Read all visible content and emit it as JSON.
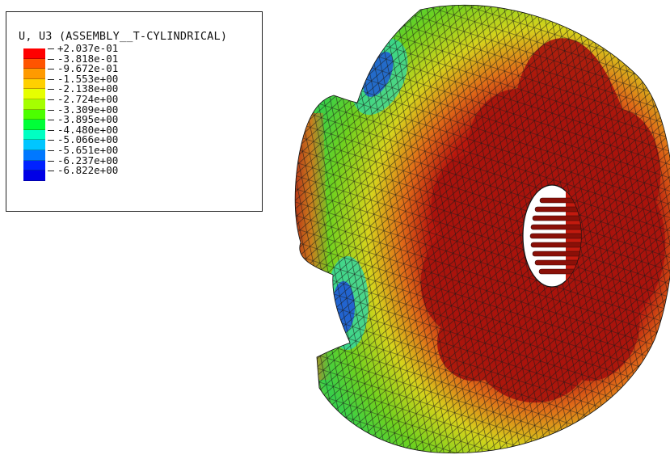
{
  "legend": {
    "title": "U, U3 (ASSEMBLY__T-CYLINDRICAL)",
    "labels": [
      "+2.037e-01",
      "-3.818e-01",
      "-9.672e-01",
      "-1.553e+00",
      "-2.138e+00",
      "-2.724e+00",
      "-3.309e+00",
      "-3.895e+00",
      "-4.480e+00",
      "-5.066e+00",
      "-5.651e+00",
      "-6.237e+00",
      "-6.822e+00"
    ],
    "colors": [
      "#ff0000",
      "#ff5400",
      "#ff9a00",
      "#ffd000",
      "#e6ff00",
      "#a5ff00",
      "#4cff00",
      "#00ff38",
      "#00ffc2",
      "#00c6ff",
      "#0078ff",
      "#0022ff",
      "#0000e6"
    ]
  },
  "model": {
    "colors": {
      "outer_red": "#c81a0c",
      "orange": "#e06a18",
      "yellow": "#d6d21c",
      "green": "#6fd11e",
      "cyan": "#2fd7a6",
      "blue": "#1f58d6",
      "inner_red": "#a8130c",
      "mesh": "#1a1a1a"
    }
  }
}
